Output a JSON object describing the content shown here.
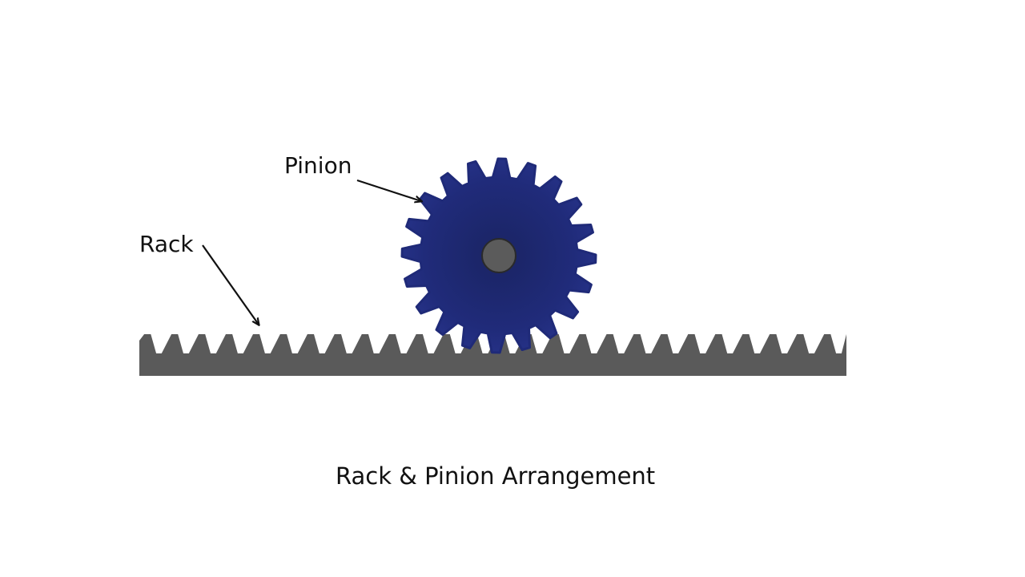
{
  "diagram": {
    "labels": {
      "pinion": "Pinion",
      "rack": "Rack"
    },
    "caption": "Rack & Pinion Arrangement"
  },
  "components": {
    "pinion": {
      "teeth": 20,
      "color": "#1f2a78",
      "hub_color": "#5b5b5b"
    },
    "rack": {
      "teeth": 26,
      "color": "#5a5a5a"
    }
  },
  "colors": {
    "background": "#ffffff",
    "text": "#111111",
    "arrow": "#111111"
  }
}
